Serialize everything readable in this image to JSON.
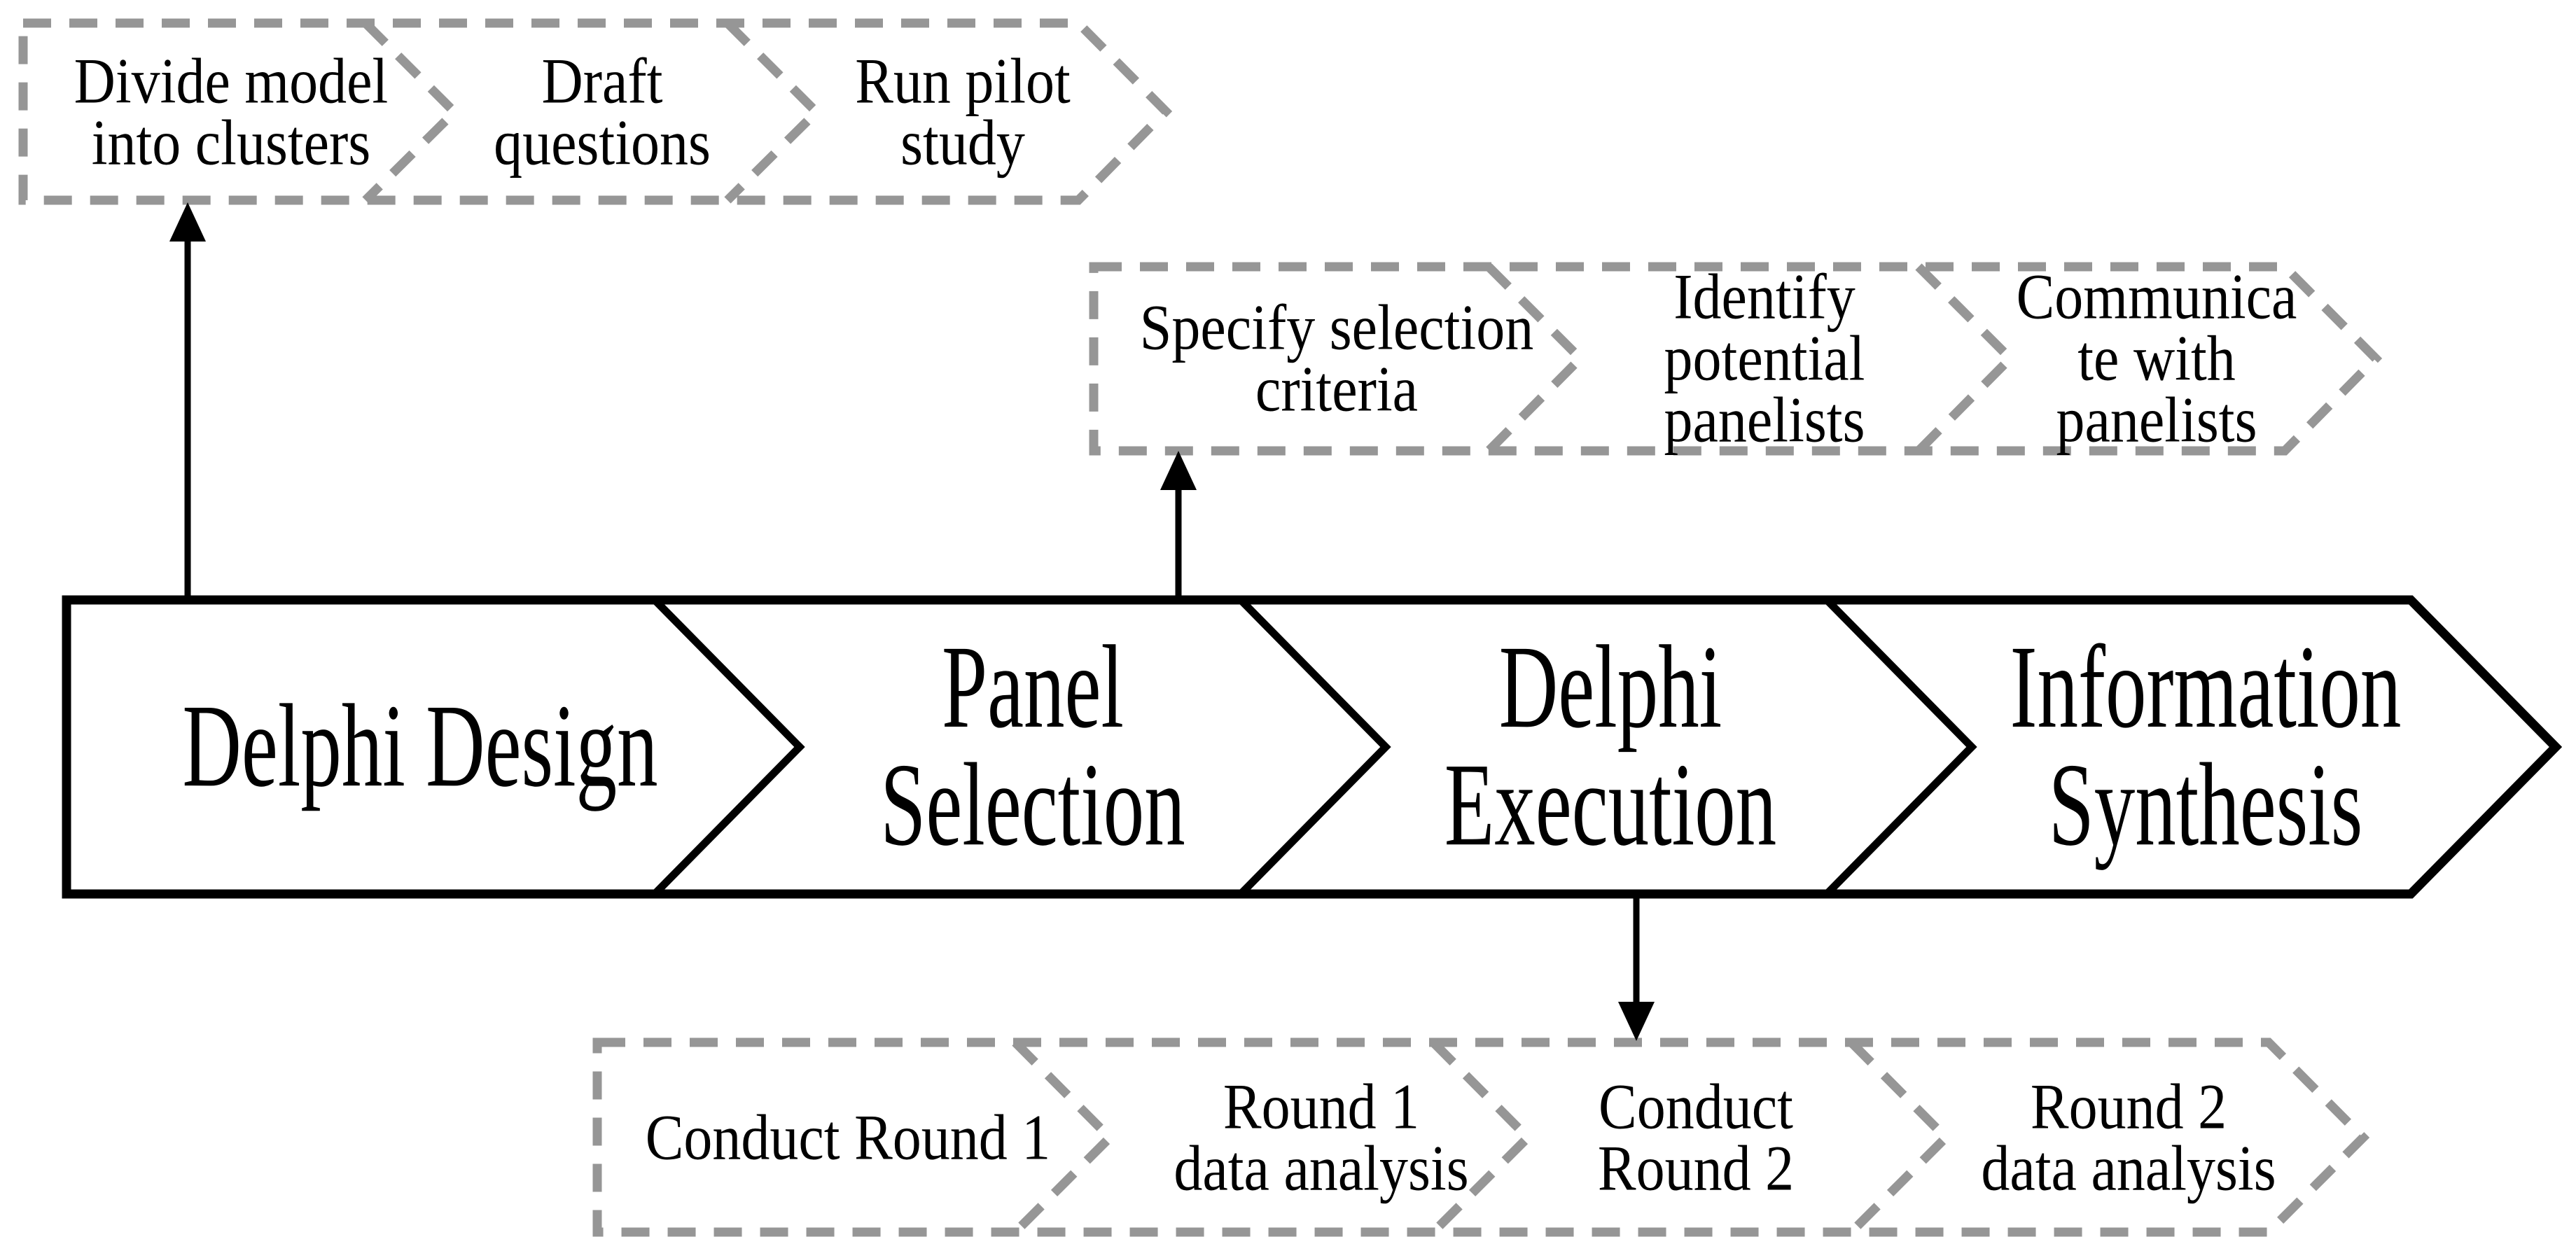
{
  "colors": {
    "line_black": "#000000",
    "dash_gray": "#969696",
    "background": "#ffffff"
  },
  "main_stages": [
    "Delphi Design",
    "Panel\nSelection",
    "Delphi\nExecution",
    "Information\nSynthesis"
  ],
  "design_tasks": [
    "Divide model\ninto clusters",
    "Draft\nquestions",
    "Run pilot\nstudy"
  ],
  "panel_tasks": [
    "Specify selection\ncriteria",
    "Identify\npotential\npanelists",
    "Communica\nte with\npanelists"
  ],
  "execution_tasks": [
    "Conduct Round 1",
    "Round 1\ndata analysis",
    "Conduct\nRound 2",
    "Round 2\ndata analysis"
  ]
}
